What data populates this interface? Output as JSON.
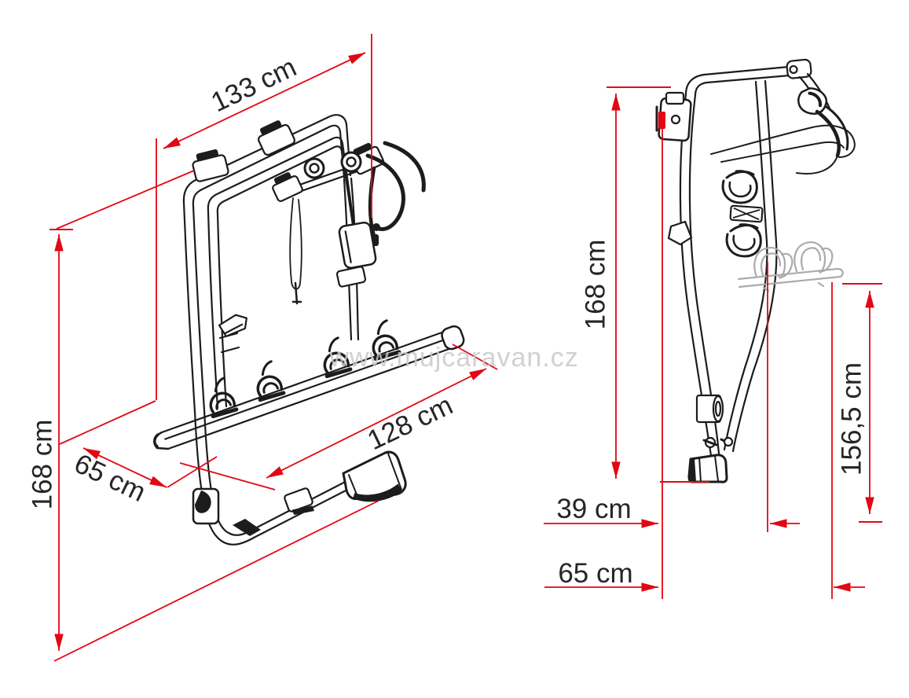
{
  "diagram": {
    "type": "product-dimension-drawing",
    "subject": "rear bike carrier",
    "views": {
      "front": {
        "name": "front-isometric-view",
        "dimensions": {
          "width_top": "133 cm",
          "height": "168 cm",
          "depth": "65 cm",
          "rail_length": "128 cm"
        }
      },
      "side": {
        "name": "side-profile-view",
        "dimensions": {
          "height": "168 cm",
          "rail_height": "156,5 cm",
          "depth_upper": "39 cm",
          "depth_lower": "65 cm"
        }
      }
    },
    "watermark": "www.mujcaravan.cz",
    "colors": {
      "dimension_red": "#e30613",
      "line_art_black": "#1c1c1c",
      "grayed_accessory": "#ababab",
      "watermark_gray": "#c9c9c9",
      "background": "#ffffff"
    }
  }
}
